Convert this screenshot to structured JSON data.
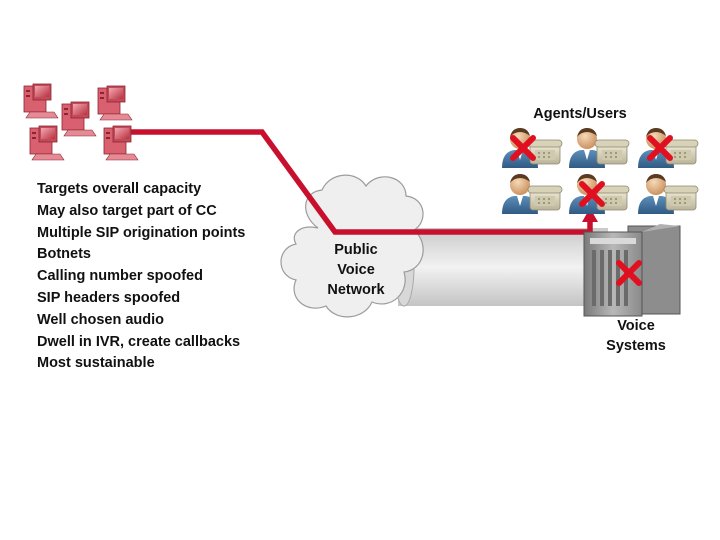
{
  "bullets": [
    "Targets overall capacity",
    "May also target part of CC",
    "Multiple SIP origination points",
    "Botnets",
    "Calling number spoofed",
    "SIP headers spoofed",
    "Well chosen audio",
    "Dwell in IVR, create callbacks",
    "Most sustainable"
  ],
  "cloud": {
    "line1": "Public",
    "line2": "Voice",
    "line3": "Network"
  },
  "agents_label": "Agents/Users",
  "voice_systems": {
    "line1": "Voice",
    "line2": "Systems"
  },
  "colors": {
    "attack_red": "#c8102e",
    "computer_pink": "#e07a86",
    "x_red": "#e01020",
    "cloud_fill": "#efefef",
    "server_gray": "#9a9a9a"
  },
  "agents": [
    {
      "icon": "agent-with-phone-icon",
      "blocked": true
    },
    {
      "icon": "agent-with-phone-icon",
      "blocked": false
    },
    {
      "icon": "agent-with-phone-icon",
      "blocked": true
    },
    {
      "icon": "agent-with-phone-icon",
      "blocked": false
    },
    {
      "icon": "agent-with-phone-icon",
      "blocked": true
    },
    {
      "icon": "agent-with-phone-icon",
      "blocked": false
    }
  ]
}
